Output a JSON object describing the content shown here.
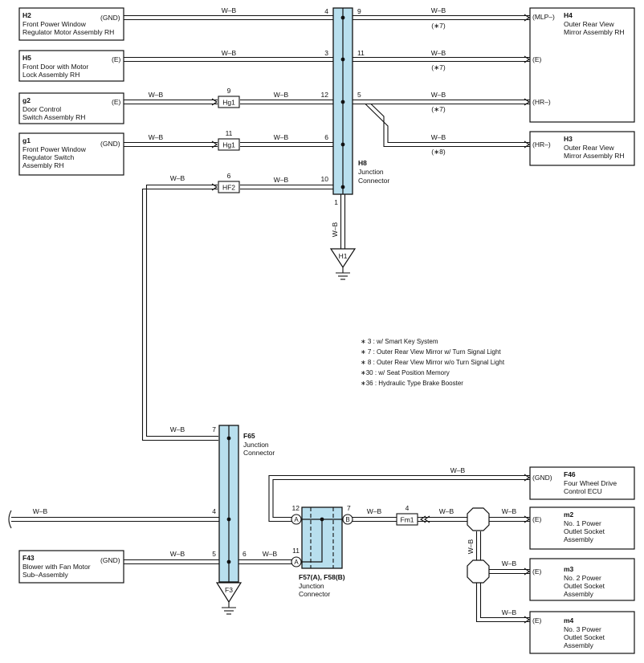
{
  "components": {
    "h2": {
      "code": "H2",
      "line1": "Front Power Window",
      "line2": "Regulator Motor Assembly RH",
      "line3": "",
      "pin": "(GND)"
    },
    "h5": {
      "code": "H5",
      "line1": "Front Door with Motor",
      "line2": "Lock Assembly RH",
      "line3": "",
      "pin": "(E)"
    },
    "g2": {
      "code": "g2",
      "line1": "Door Control",
      "line2": "Switch Assembly RH",
      "line3": "",
      "pin": "(E)"
    },
    "g1": {
      "code": "g1",
      "line1": "Front Power Window",
      "line2": "Regulator Switch",
      "line3": "Assembly RH",
      "pin": "(GND)"
    },
    "h4": {
      "code": "H4",
      "line1": "Outer Rear View",
      "line2": "Mirror Assembly RH",
      "pin_a": "(MLP–)",
      "pin_b": "(E)",
      "pin_c": "(HR–)"
    },
    "h3": {
      "code": "H3",
      "line1": "Outer Rear View",
      "line2": "Mirror Assembly RH",
      "pin": "(HR–)"
    },
    "h8": {
      "code": "H8",
      "line1": "Junction",
      "line2": "Connector"
    },
    "f65": {
      "code": "F65",
      "line1": "Junction",
      "line2": "Connector"
    },
    "f57": {
      "code": "F57(A), F58(B)",
      "line1": "Junction",
      "line2": "Connector"
    },
    "f43": {
      "code": "F43",
      "line1": "Blower with Fan Motor",
      "line2": "Sub–Assembly",
      "pin": "(GND)"
    },
    "f46": {
      "code": "F46",
      "line1": "Four Wheel Drive",
      "line2": "Control ECU",
      "pin": "(GND)"
    },
    "m2": {
      "code": "m2",
      "line1": "No. 1 Power",
      "line2": "Outlet Socket",
      "line3": "Assembly",
      "pin": "(E)"
    },
    "m3": {
      "code": "m3",
      "line1": "No. 2 Power",
      "line2": "Outlet Socket",
      "line3": "Assembly",
      "pin": "(E)"
    },
    "m4": {
      "code": "m4",
      "line1": "No. 3 Power",
      "line2": "Outlet Socket",
      "line3": "Assembly",
      "pin": "(E)"
    }
  },
  "grounds": {
    "h1": "H1",
    "f3": "F3"
  },
  "inline_connectors": {
    "hg1": "Hg1",
    "hf2": "HF2",
    "fm1": "Fm1"
  },
  "wire_color": "W–B",
  "pins": {
    "h8_4": "4",
    "h8_3": "3",
    "h8_12": "12",
    "h8_6": "6",
    "h8_10": "10",
    "h8_1": "1",
    "h8_9": "9",
    "h8_11": "11",
    "h8_5": "5",
    "hg1_9": "9",
    "hg1_11": "11",
    "hf2_6": "6",
    "f65_7": "7",
    "f65_4": "4",
    "f65_5": "5",
    "f65_6": "6",
    "f57_12": "12",
    "f57_11": "11",
    "f58_7": "7",
    "fm1_4": "4",
    "conn_a": "A",
    "conn_b": "B"
  },
  "options": {
    "o7": "(∗7)",
    "o8": "(∗8)"
  },
  "notes": [
    "∗ 3 : w/ Smart Key System",
    "∗ 7 : Outer Rear View Mirror w/ Turn Signal Light",
    "∗ 8 : Outer Rear View Mirror w/o Turn Signal Light",
    "∗30 : w/ Seat Position Memory",
    "∗36 : Hydraulic Type Brake Booster"
  ]
}
